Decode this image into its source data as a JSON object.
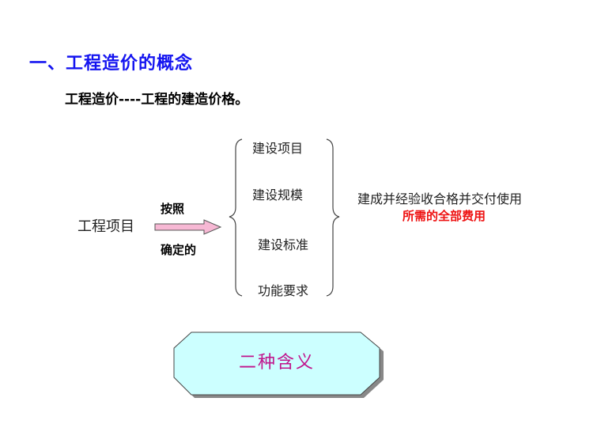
{
  "heading": {
    "title": "一、工程造价的概念",
    "definition": "工程造价----工程的建造价格。"
  },
  "diagram": {
    "subject": "工程项目",
    "arrow_label_top": "按照",
    "arrow_label_bottom": "确定的",
    "brace_items": [
      "建设项目",
      "建设规模",
      "建设标准",
      "功能要求"
    ],
    "result_line1": "建成并经验收合格并交付使用",
    "result_line2": "所需的全部费用"
  },
  "callout": {
    "label": "二种含义"
  },
  "colors": {
    "title": "#1414f0",
    "highlight": "#ee1111",
    "arrow_fill": "#f7b8d4",
    "octagon_fill": "#ccffff",
    "octagon_text": "#c0148c"
  }
}
